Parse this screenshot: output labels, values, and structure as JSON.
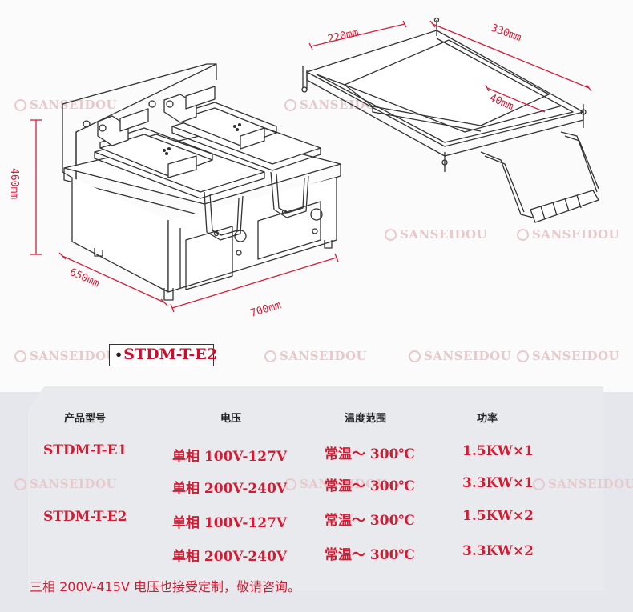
{
  "watermark": "SANSEIDOU",
  "dimensions": {
    "height": "460mm",
    "depth": "650mm",
    "width": "700mm",
    "tray_width": "220mm",
    "tray_length": "330mm",
    "tray_height": "40mm"
  },
  "model_tag": "STDM-T-E2",
  "table": {
    "headers": [
      "产品型号",
      "电压",
      "温度范围",
      "功率"
    ],
    "rows": [
      {
        "model": "STDM-T-E1",
        "voltage": "单相 100V-127V",
        "temp": "常温～ 300℃",
        "power": "1.5KW×1"
      },
      {
        "model": "",
        "voltage": "单相 200V-240V",
        "temp": "常温～ 300℃",
        "power": "3.3KW×1"
      },
      {
        "model": "STDM-T-E2",
        "voltage": "单相 100V-127V",
        "temp": "常温～ 300℃",
        "power": "1.5KW×2"
      },
      {
        "model": "",
        "voltage": "单相 200V-240V",
        "temp": "常温～ 300℃",
        "power": "3.3KW×2"
      }
    ]
  },
  "note": "三相 200V-415V 电压也接受定制，敬请咨询。",
  "colors": {
    "accent": "#d11c34",
    "line": "#333333",
    "watermark": "#e8c9cb"
  }
}
